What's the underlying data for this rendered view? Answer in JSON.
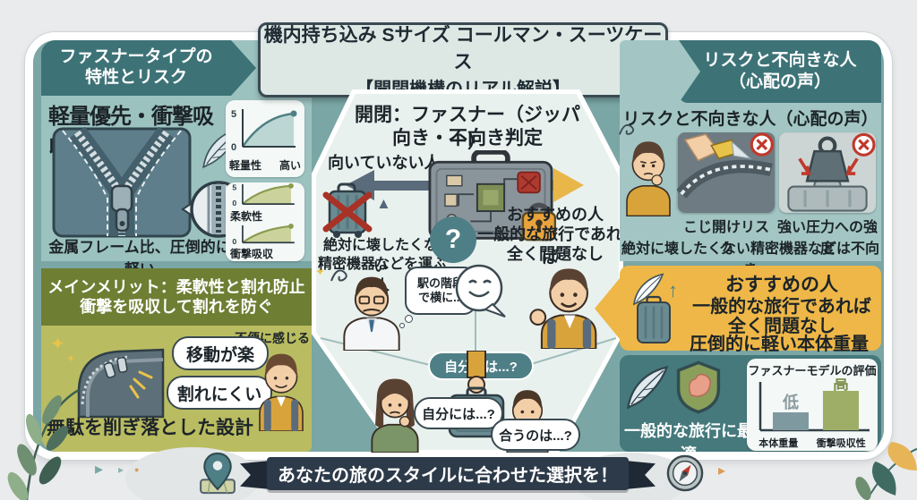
{
  "header": {
    "title_line1": "機内持ち込み Sサイズ コールマン・スーツケース",
    "title_line2": "【開閉機構のリアル解説】"
  },
  "left_top_panel": {
    "header_line1": "ファスナータイプの",
    "header_line2": "特性とリスク",
    "subheading": "軽量優先・衝撃吸収",
    "caption": "金属フレーム比、圧倒的に軽い",
    "chart1": {
      "ymax": "5",
      "ymin": "0",
      "xlabel": "軽量性",
      "xlabel_right": "高い"
    },
    "chart2": {
      "ymax": "5",
      "ymin": "0",
      "label": "柔軟性"
    },
    "chart3": {
      "ymin": "0",
      "label": "衝撃吸収"
    }
  },
  "left_bottom_panel": {
    "header_line1": "メインメリット：柔軟性と割れ防止",
    "header_line2": "衝撃を吸収して割れを防ぐ",
    "scene_label": "不便に感じる場面",
    "bubble_move": "移動が楽",
    "bubble_crack": "割れにくい",
    "caption": "無駄を削ぎ落とした設計"
  },
  "center_panel": {
    "title_line1": "開閉：ファスナー（ジッパー）",
    "title_line2": "向き・不向き判定",
    "left_arrow_label": "向いていない人",
    "unsuited_line1": "絶対に壊したくない",
    "unsuited_line2": "精密機器などを運ぶ人",
    "recommend_title": "おすすめの人",
    "recommend_line1": "一般的な旅行であれば",
    "recommend_line2": "全く問題なし",
    "thought_line1": "駅の階段",
    "thought_line2": "で横に...",
    "pill_question": "自分には...?",
    "bubble_question_left": "自分には...?",
    "bubble_question_right": "合うのは...?"
  },
  "right_top_panel": {
    "banner_line1": "リスクと不向きな人",
    "banner_line2": "（心配の声）",
    "heading": "リスクと不向きな人（心配の声）",
    "risk1_caption": "こじ開けリスク",
    "risk2_caption": "強い圧力への強度",
    "bottom_caption": "絶対に壊したくない精密機器などは不向き"
  },
  "right_recommend_panel": {
    "title": "おすすめの人",
    "line1": "一般的な旅行であれば",
    "line2": "全く問題なし",
    "line3": "圧倒的に軽い本体重量"
  },
  "right_bottom_panel": {
    "caption": "一般的な旅行に最適",
    "chart_title": "ファスナーモデルの評価",
    "bar_low_label": "低",
    "bar_high_label": "高",
    "bar1_axis_label": "本体重量",
    "bar2_axis_label": "衝撃吸収性"
  },
  "footer": {
    "banner_text": "あなたの旅のスタイルに合わせた選択を！"
  },
  "glyphs": {
    "question": "?",
    "triangle_up": "▲",
    "sparkle": "✦",
    "arrow_right_small": "▸",
    "dot": "●",
    "up_arrow": "↑"
  },
  "colors": {
    "page_bg": "#e9ebec",
    "card_teal": "#7aa6a5",
    "panel_light_teal": "#9cc2c0",
    "header_dark_teal": "#3d7377",
    "olive_dark": "#6e7e33",
    "olive_light": "#babc61",
    "yellow": "#eeb747",
    "navy": "#2d3a49",
    "arrow_dark": "#5a6b7c",
    "arrow_yellow": "#e9b64a",
    "red_x": "#c0392b",
    "bar_weight": "#7f99a1",
    "bar_shock": "#9fae66"
  },
  "chart_data": [
    {
      "type": "area",
      "label": "軽量性",
      "x_end_label": "高い",
      "ylim": [
        0,
        5
      ],
      "shape": "concave-rising",
      "start_value": 0,
      "end_value": 5
    },
    {
      "type": "area",
      "label": "柔軟性",
      "ylim": [
        0,
        5
      ],
      "shape": "concave-rising",
      "start_value": 0,
      "end_value": 5
    },
    {
      "type": "area",
      "label": "衝撃吸収",
      "ylim": [
        0,
        5
      ],
      "shape": "concave-rising",
      "start_value": 0,
      "end_value": 5
    },
    {
      "type": "bar",
      "title": "ファスナーモデルの評価",
      "categories": [
        "本体重量",
        "衝撃吸収性"
      ],
      "values": [
        2,
        4.2
      ],
      "value_labels": [
        "低",
        "高"
      ],
      "ylim": [
        0,
        5
      ],
      "legend": "none"
    }
  ]
}
